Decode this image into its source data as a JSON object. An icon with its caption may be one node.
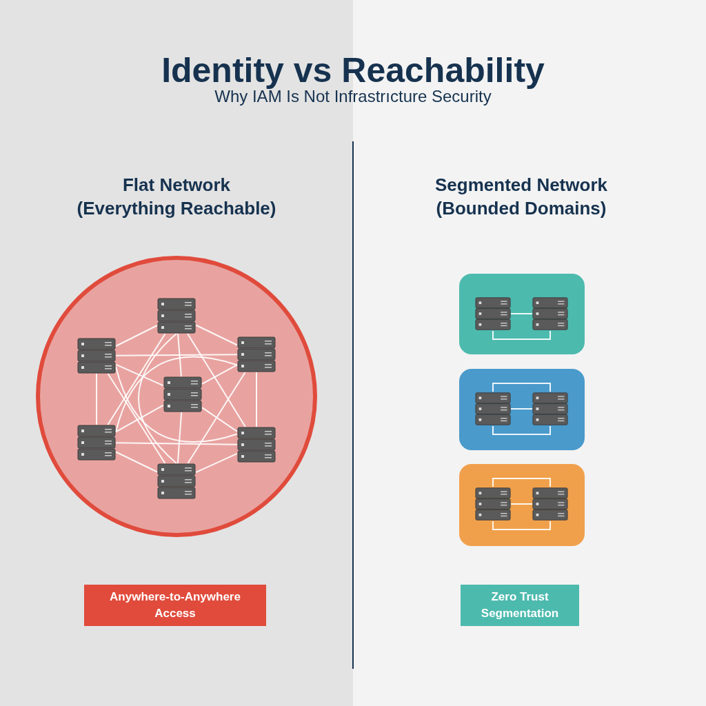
{
  "diagram": {
    "title": "Identity vs Reachability",
    "nodes": [
      {
        "text": [],
        "shape": "circle"
      },
      {
        "text": [],
        "shape": "server",
        "in": 0
      },
      {
        "text": [],
        "shape": "server",
        "in": 0
      },
      {
        "text": [],
        "shape": "server",
        "in": 0
      },
      {
        "text": [],
        "shape": "server",
        "in": 0
      },
      {
        "text": [],
        "shape": "server",
        "in": 0
      },
      {
        "text": [],
        "shape": "server",
        "in": 0
      },
      {
        "text": [],
        "shape": "server",
        "in": 0
      },
      {
        "text": [],
        "shape": "box"
      },
      {
        "text": [],
        "shape": "server",
        "in": 8
      },
      {
        "text": [],
        "shape": "server",
        "in": 8
      },
      {
        "text": [],
        "shape": "box"
      },
      {
        "text": [],
        "shape": "server",
        "in": 11
      },
      {
        "text": [],
        "shape": "server",
        "in": 11
      },
      {
        "text": [],
        "shape": "box"
      },
      {
        "text": [],
        "shape": "server",
        "in": 14
      },
      {
        "text": [],
        "shape": "server",
        "in": 14
      },
      {
        "text": [
          "Anywhere-to-Anywhere Access"
        ]
      },
      {
        "text": [
          "Zero Trust Segmentation"
        ]
      }
    ],
    "edges": [
      {
        "from": 1,
        "to": 2,
        "arrow": "none"
      },
      {
        "from": 1,
        "to": 3,
        "arrow": "none"
      },
      {
        "from": 1,
        "to": 4,
        "arrow": "none"
      },
      {
        "from": 1,
        "to": 5,
        "arrow": "none"
      },
      {
        "from": 1,
        "to": 6,
        "arrow": "none"
      },
      {
        "from": 1,
        "to": 7,
        "arrow": "none"
      },
      {
        "from": 2,
        "to": 3,
        "arrow": "none"
      },
      {
        "from": 2,
        "to": 4,
        "arrow": "none"
      },
      {
        "from": 2,
        "to": 5,
        "arrow": "none"
      },
      {
        "from": 2,
        "to": 6,
        "arrow": "none"
      },
      {
        "from": 2,
        "to": 7,
        "arrow": "none"
      },
      {
        "from": 3,
        "to": 4,
        "arrow": "none"
      },
      {
        "from": 3,
        "to": 5,
        "arrow": "none"
      },
      {
        "from": 3,
        "to": 6,
        "arrow": "none"
      },
      {
        "from": 3,
        "to": 7,
        "arrow": "none"
      },
      {
        "from": 4,
        "to": 5,
        "arrow": "none"
      },
      {
        "from": 4,
        "to": 6,
        "arrow": "none"
      },
      {
        "from": 4,
        "to": 7,
        "arrow": "none"
      },
      {
        "from": 5,
        "to": 6,
        "arrow": "none"
      },
      {
        "from": 5,
        "to": 7,
        "arrow": "none"
      },
      {
        "from": 6,
        "to": 7,
        "arrow": "none"
      },
      {
        "from": 9,
        "to": 10,
        "arrow": "none"
      },
      {
        "from": 9,
        "to": 10,
        "arrow": "none"
      },
      {
        "from": 12,
        "to": 13,
        "arrow": "none"
      },
      {
        "from": 12,
        "to": 13,
        "arrow": "none"
      },
      {
        "from": 12,
        "to": 13,
        "arrow": "none"
      },
      {
        "from": 15,
        "to": 16,
        "arrow": "none"
      },
      {
        "from": 15,
        "to": 16,
        "arrow": "none"
      },
      {
        "from": 15,
        "to": 16,
        "arrow": "none"
      }
    ],
    "labels": [
      "Why IAM Is Not Infrastrıcture Security",
      "Flat Network (Everything Reachable)",
      "Segmented Network (Bounded Domains)"
    ]
  }
}
